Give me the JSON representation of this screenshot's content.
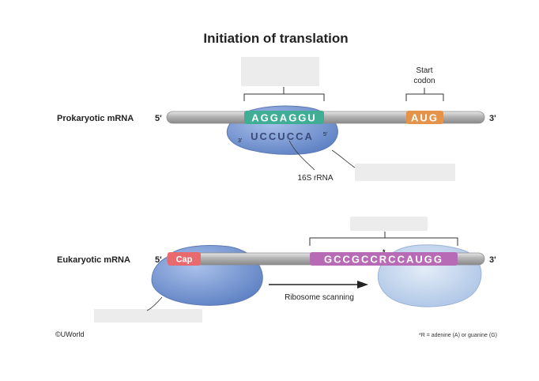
{
  "title": "Initiation of translation",
  "prokaryotic": {
    "label": "Prokaryotic mRNA",
    "end5": "5'",
    "end3": "3'",
    "shine_dalgarno": "AGGAGGU",
    "rrna_seq": "UCCUCCA",
    "rrna_3": "3'",
    "rrna_5": "5'",
    "rrna_label": "16S rRNA",
    "start_codon_label_line1": "Start",
    "start_codon_label_line2": "codon",
    "start_codon": "AUG"
  },
  "eukaryotic": {
    "label": "Eukaryotic mRNA",
    "end5": "5'",
    "end3": "3'",
    "cap": "Cap",
    "kozak": "GCCGCCRCCAUGG",
    "kozak_star": "*",
    "scanning_label": "Ribosome scanning"
  },
  "footer": {
    "copyright": "©UWorld",
    "note": "*R = adenine (A) or guanine (G)"
  },
  "colors": {
    "mrna": "#a9a9a9",
    "shine_dalgarno": "#3fae95",
    "start_codon": "#e4934a",
    "cap": "#e86a6f",
    "kozak": "#b86bb5",
    "ribosome": "#7f9fd6",
    "ribosome_light": "#c5d7ee"
  }
}
